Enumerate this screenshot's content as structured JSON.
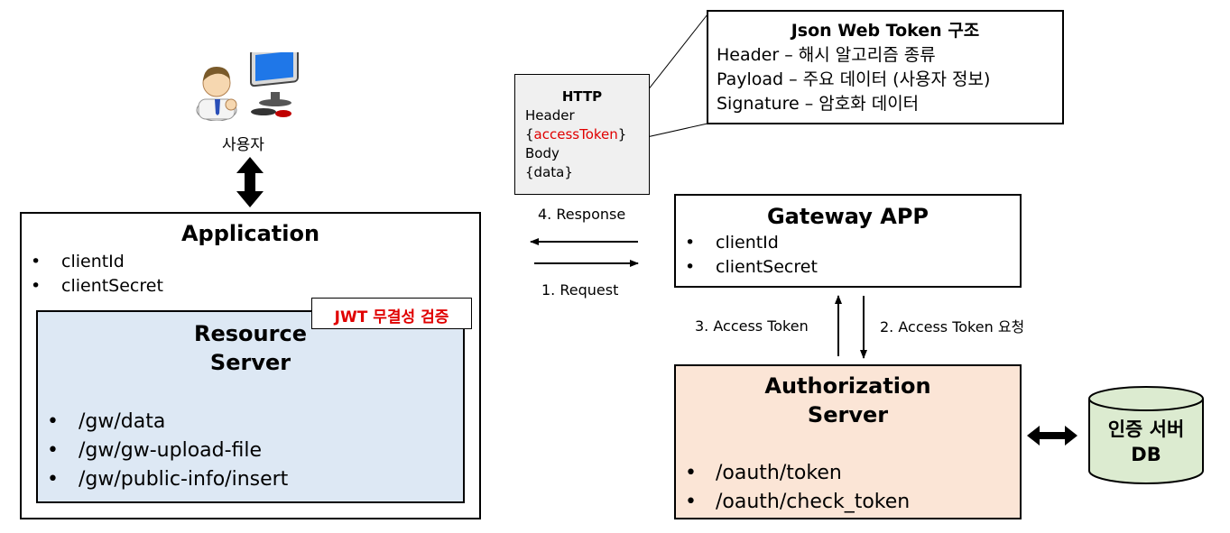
{
  "user": {
    "label": "사용자"
  },
  "http_box": {
    "title": "HTTP",
    "lines": [
      "Header",
      "{",
      "accessToken",
      "}",
      "Body",
      "{data}"
    ]
  },
  "jwt_box": {
    "title": "Json Web Token 구조",
    "lines": [
      "Header – 해시 알고리즘 종류",
      "Payload – 주요 데이터 (사용자 정보)",
      "Signature – 암호화 데이터"
    ]
  },
  "application": {
    "title": "Application",
    "items": [
      "clientId",
      "clientSecret"
    ],
    "jwt_badge": "JWT 무결성 검증"
  },
  "resource_server": {
    "title_line1": "Resource",
    "title_line2": "Server",
    "items": [
      "/gw/data",
      "/gw/gw-upload-file",
      "/gw/public-info/insert"
    ]
  },
  "gateway": {
    "title": "Gateway APP",
    "items": [
      "clientId",
      "clientSecret"
    ]
  },
  "authorization_server": {
    "title_line1": "Authorization",
    "title_line2": "Server",
    "items": [
      "/oauth/token",
      "/oauth/check_token"
    ]
  },
  "db": {
    "line1": "인증 서버",
    "line2": "DB"
  },
  "flows": {
    "response": "4. Response",
    "request": "1. Request",
    "access_token": "3. Access Token",
    "access_token_request": "2. Access Token 요청"
  },
  "colors": {
    "resource_fill": "#dde8f4",
    "auth_fill": "#fbe5d6",
    "db_fill": "#dcebd0",
    "badge_text": "#e00000",
    "token_text": "#e00000",
    "http_fill": "#f0f0f0"
  }
}
